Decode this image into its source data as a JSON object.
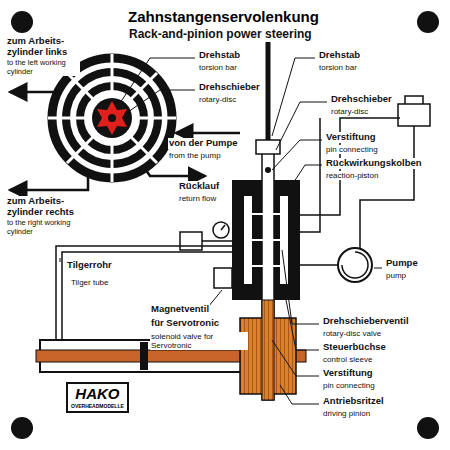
{
  "diagram": {
    "title": "Zahnstangenservolenkung",
    "nodes": [
      {
        "text": [
          "HAKO",
          "OVERHEADMODELLE"
        ]
      }
    ],
    "labels": [
      "Rack-and-pinion power steering",
      "zum Arbeits- zylinder links",
      "to the left working cylinder",
      "Drehstab",
      "torsion bar",
      "Drehschieber",
      "rotary-disc",
      "von der Pumpe",
      "from the pump",
      "Rücklauf",
      "return flow",
      "zum Arbeits- zylinder rechts",
      "to the right working cylinder",
      "Drehstab",
      "torsion bar",
      "Drehschieber",
      "rotary-disc",
      "Verstiftung",
      "pin connecting",
      "Rückwirkungskolben",
      "reaction-piston",
      "Pumpe",
      "pump",
      "Tilgerrohr",
      "Tilger tube",
      "Magnetventil",
      "für Servotronic",
      "solenoid valve for Servotronic",
      "Drehschieberventil",
      "rotary-disc valve",
      "Steuerbüchse",
      "control sleeve",
      "Verstiftung",
      "pin connecting",
      "Antriebsritzel",
      "driving pinion"
    ]
  }
}
